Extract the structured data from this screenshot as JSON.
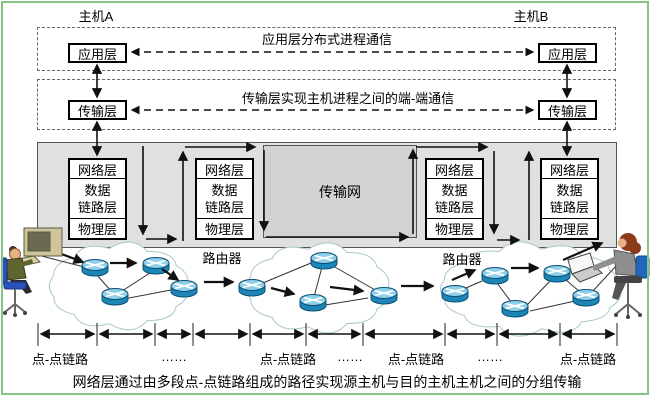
{
  "hosts": {
    "host_a": "主机A",
    "host_b": "主机B"
  },
  "top_section": {
    "app_layer": "应用层",
    "transport_layer": "传输层",
    "app_comm_text": "应用层分布式进程通信",
    "transport_comm_text": "传输层实现主机进程之间的端-端通信"
  },
  "middle_section": {
    "transport_net_label": "传输网",
    "router_label": "路由器",
    "stack_rows": {
      "network": "网络层",
      "datalink_1": "数据",
      "datalink_2": "链路层",
      "physical": "物理层"
    }
  },
  "bottom_section": {
    "link_labels": [
      {
        "text": "点-点链路"
      },
      {
        "text": "……"
      },
      {
        "text": "点-点链路"
      },
      {
        "text": "……"
      },
      {
        "text": "点-点链路"
      },
      {
        "text": "……"
      },
      {
        "text": "点-点链路"
      }
    ],
    "caption": "网络层通过由多段点-点链路组成的路径实现源主机与目的主机主机之间的分组传输"
  },
  "colors": {
    "frame_green": "#85c285",
    "panel_gray": "#e0e0e0",
    "transport_net_gray": "#d2d2d2",
    "router_body_blue": "#1d86b8",
    "router_top_blue": "#8ed0ea",
    "cloud_outline": "#a8c8cc"
  }
}
